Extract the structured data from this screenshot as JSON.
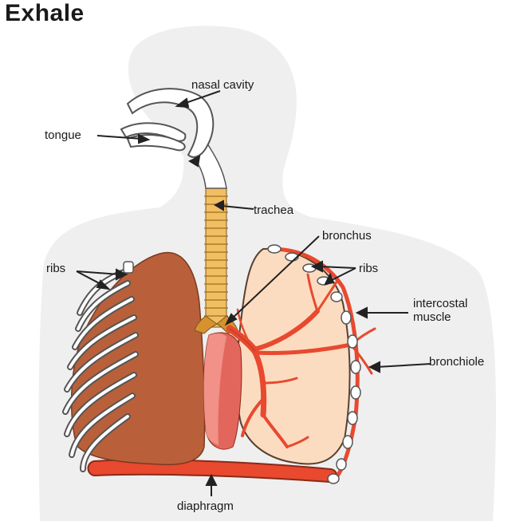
{
  "title": "Exhale",
  "labels": {
    "nasal_cavity": "nasal cavity",
    "tongue": "tongue",
    "trachea": "trachea",
    "bronchus": "bronchus",
    "ribs_left": "ribs",
    "ribs_right": "ribs",
    "intercostal_muscle": "intercostal\nmuscle",
    "bronchiole": "bronchiole",
    "diaphragm": "diaphragm"
  },
  "colors": {
    "silhouette": "#efefef",
    "lung_left": "#b9603a",
    "lung_right": "#fcdcc0",
    "bronchi": "#e8492f",
    "trachea": "#f2be62",
    "diaphragm": "#e8492f",
    "heart": "#e3665c"
  }
}
